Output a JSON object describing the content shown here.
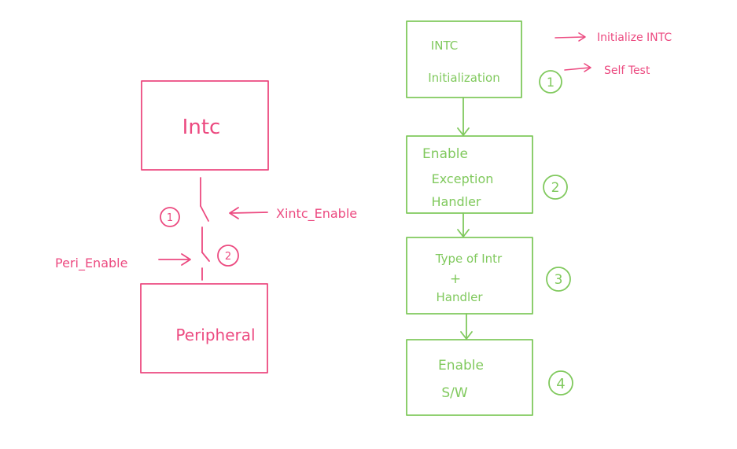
{
  "colors": {
    "pink": "#ec4a80",
    "green": "#80c95d",
    "background": "#ffffff"
  },
  "left_diagram": {
    "intc_box": "Intc",
    "peripheral_box": "Peripheral",
    "switch_1_number": "1",
    "switch_2_number": "2",
    "xintc_label": "Xintc_Enable",
    "peri_label": "Peri_Enable"
  },
  "flowchart": {
    "steps": [
      {
        "lines": [
          "INTC",
          "Initialization"
        ],
        "number": "1"
      },
      {
        "lines": [
          "Enable",
          "Exception",
          "Handler"
        ],
        "number": "2"
      },
      {
        "lines": [
          "Type of Intr",
          "+",
          "Handler"
        ],
        "number": "3"
      },
      {
        "lines": [
          "Enable",
          "S/W"
        ],
        "number": "4"
      }
    ],
    "notes": [
      "Initialize INTC",
      "Self Test"
    ]
  }
}
